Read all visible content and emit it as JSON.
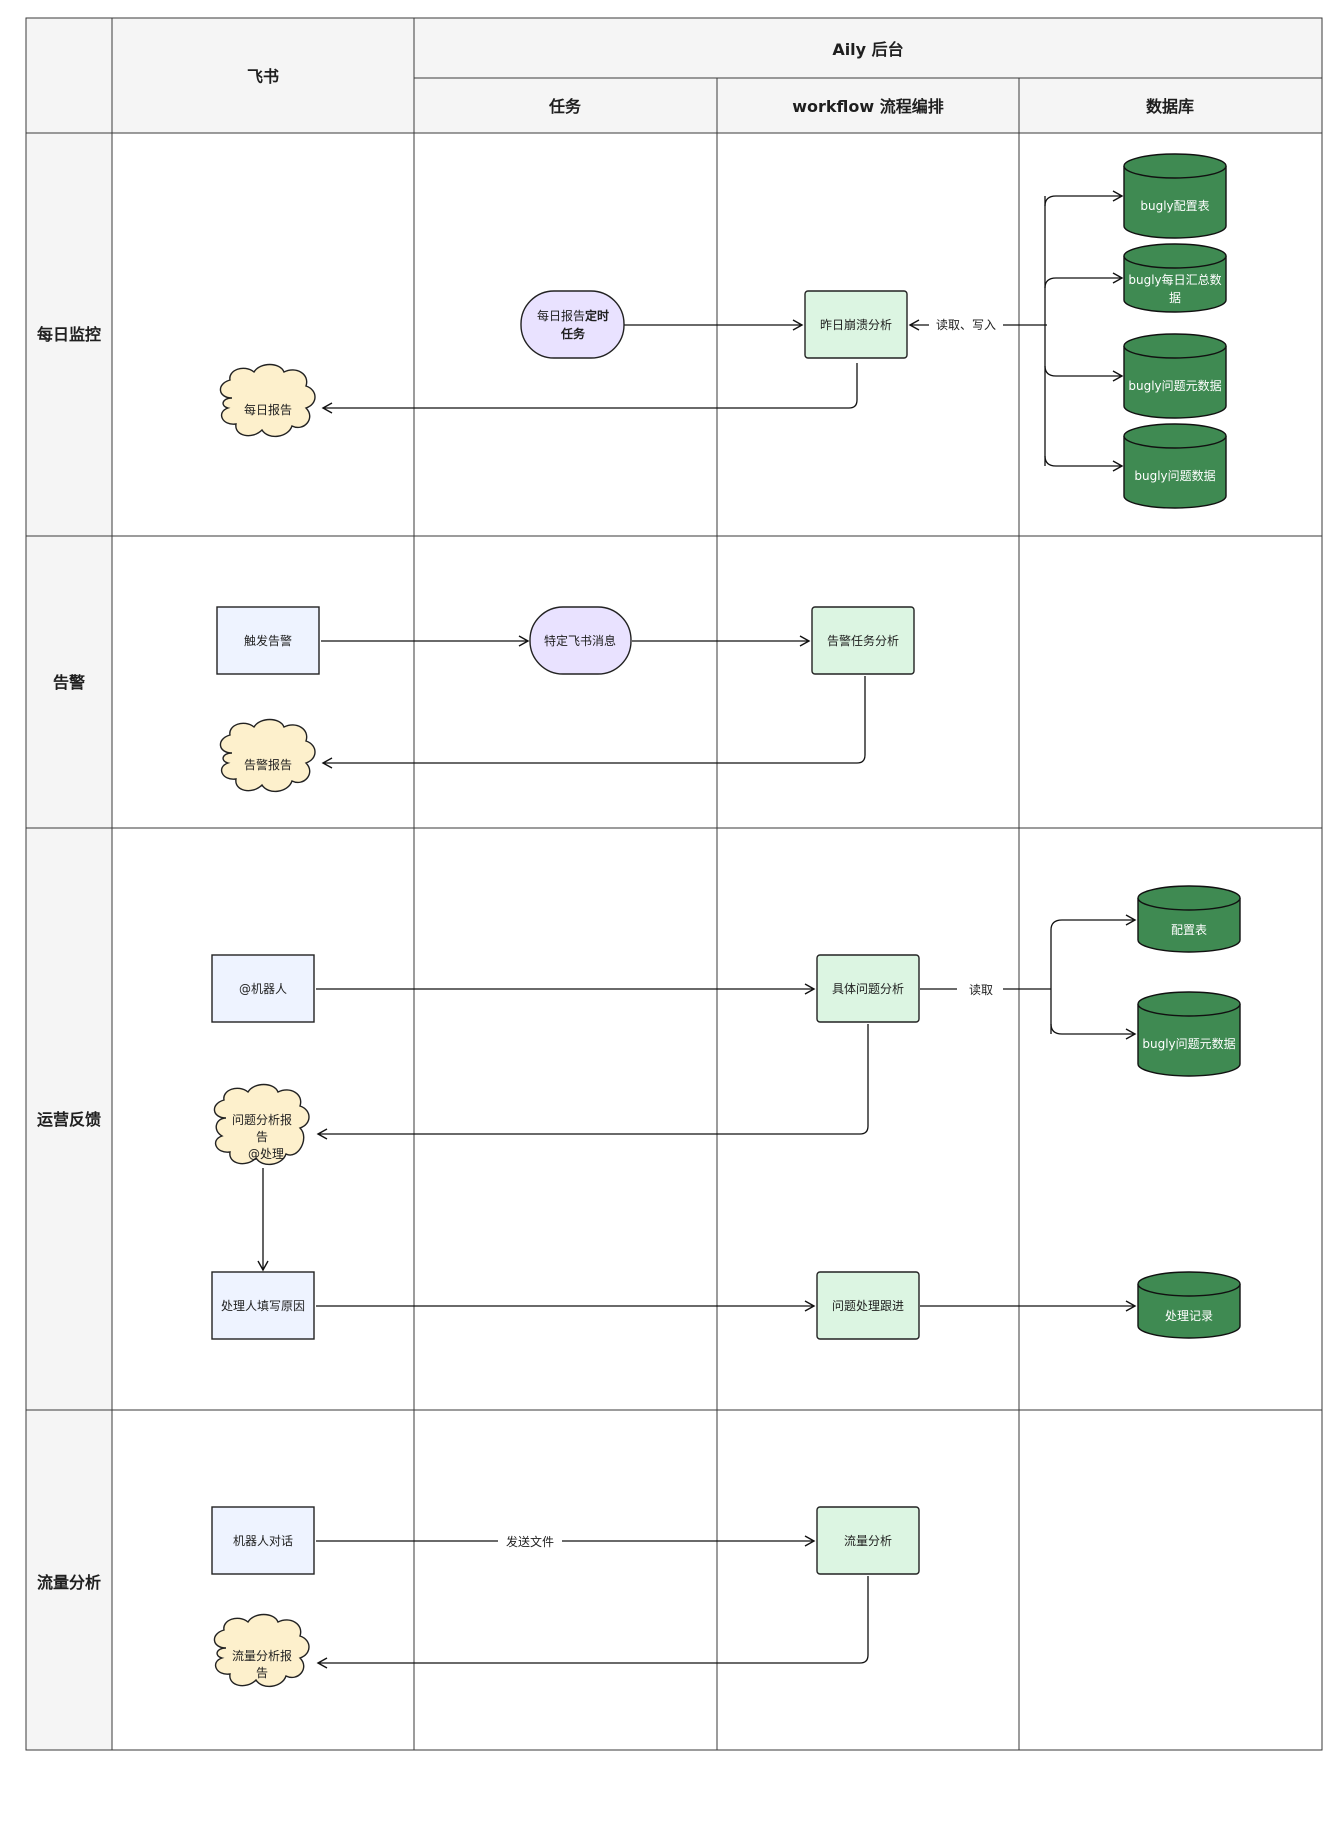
{
  "columns": {
    "feishu": "飞书",
    "aily": "Aily 后台",
    "task": "任务",
    "workflow": "workflow 流程编排",
    "database": "数据库"
  },
  "lanes": {
    "daily": "每日监控",
    "alert": "告警",
    "ops": "运营反馈",
    "traffic": "流量分析"
  },
  "nodes": {
    "daily_task_a": "每日报告",
    "daily_task_b": "定时",
    "daily_task_c": "任务",
    "crash_analysis": "昨日崩溃分析",
    "daily_report": "每日报告",
    "db_bugly_config": "bugly配置表",
    "db_bugly_daily_1": "bugly每日汇总数",
    "db_bugly_daily_2": "据",
    "db_bugly_issue_meta": "bugly问题元数据",
    "db_bugly_issue": "bugly问题数据",
    "trigger_alert": "触发告警",
    "feishu_message": "特定飞书消息",
    "alert_analysis": "告警任务分析",
    "alert_report": "告警报告",
    "at_bot": "@机器人",
    "issue_analysis": "具体问题分析",
    "db_config": "配置表",
    "db_issue_meta": "bugly问题元数据",
    "issue_report_1": "问题分析报",
    "issue_report_2": "告",
    "issue_report_3": "@处理",
    "handler_fill": "处理人填写原因",
    "issue_follow": "问题处理跟进",
    "db_records": "处理记录",
    "bot_chat": "机器人对话",
    "traffic_analysis": "流量分析",
    "traffic_report_1": "流量分析报",
    "traffic_report_2": "告"
  },
  "edges": {
    "read_write": "读取、写入",
    "read": "读取",
    "send_file": "发送文件"
  }
}
